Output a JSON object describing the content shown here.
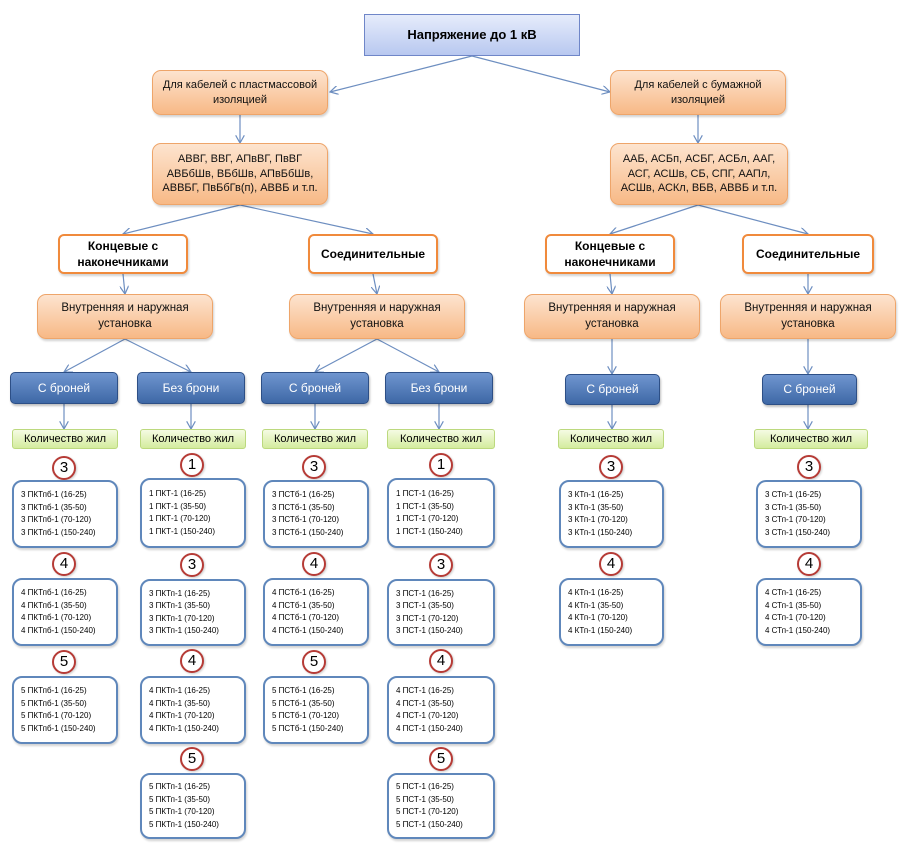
{
  "colors": {
    "connector": "#6d8ec0",
    "root_fill": "#c6d3f5",
    "orange_fill": "#fbcca6",
    "term_border": "#f08a3c",
    "armor_fill": "#4f77b8",
    "green_fill": "#e3f3c0",
    "circle_border": "#b63b36",
    "list_border": "#5f87bb"
  },
  "root": {
    "label": "Напряжение до 1 кВ"
  },
  "categories": {
    "plastic": "Для кабелей с пластмассовой изоляцией",
    "paper": "Для кабелей с бумажной изоляцией"
  },
  "cable_types": {
    "plastic": "АВВГ, ВВГ, АПвВГ, ПвВГ АВБбШв, ВБбШв, АПвБбШв, АВВБГ, ПвБбГв(п), АВВБ и т.п.",
    "paper": "ААБ, АСБп, АСБГ, АСБл, ААГ, АСГ, АСШв, СБ, СПГ, ААПл, АСШв, АСКл, ВБВ, АВВБ и т.п."
  },
  "labels": {
    "terminal": "Концевые с наконечниками",
    "coupling": "Соединительные",
    "installation": "Внутренняя и наружная установка",
    "armored": "С броней",
    "unarmored": "Без брони",
    "cores": "Количество жил"
  },
  "lists": {
    "p_arm_3": [
      "3 ПКТпб-1 (16-25)",
      "3 ПКТпб-1 (35-50)",
      "3 ПКТпб-1 (70-120)",
      "3 ПКТпб-1 (150-240)"
    ],
    "p_arm_4": [
      "4 ПКТпб-1 (16-25)",
      "4 ПКТпб-1 (35-50)",
      "4 ПКТпб-1 (70-120)",
      "4 ПКТпб-1 (150-240)"
    ],
    "p_arm_5": [
      "5 ПКТпб-1 (16-25)",
      "5 ПКТпб-1 (35-50)",
      "5 ПКТпб-1 (70-120)",
      "5 ПКТпб-1 (150-240)"
    ],
    "p_un_1": [
      "1 ПКТ-1 (16-25)",
      "1 ПКТ-1 (35-50)",
      "1 ПКТ-1 (70-120)",
      "1 ПКТ-1 (150-240)"
    ],
    "p_un_3": [
      "3 ПКТп-1 (16-25)",
      "3 ПКТп-1 (35-50)",
      "3 ПКТп-1 (70-120)",
      "3 ПКТп-1 (150-240)"
    ],
    "p_un_4": [
      "4 ПКТп-1 (16-25)",
      "4 ПКТп-1 (35-50)",
      "4 ПКТп-1 (70-120)",
      "4 ПКТп-1 (150-240)"
    ],
    "p_un_5": [
      "5 ПКТп-1 (16-25)",
      "5 ПКТп-1 (35-50)",
      "5 ПКТп-1 (70-120)",
      "5 ПКТп-1 (150-240)"
    ],
    "c_arm_3": [
      "3 ПСТб-1 (16-25)",
      "3 ПСТб-1 (35-50)",
      "3 ПСТб-1 (70-120)",
      "3 ПСТб-1 (150-240)"
    ],
    "c_arm_4": [
      "4 ПСТб-1 (16-25)",
      "4 ПСТб-1 (35-50)",
      "4 ПСТб-1 (70-120)",
      "4 ПСТб-1 (150-240)"
    ],
    "c_arm_5": [
      "5 ПСТб-1 (16-25)",
      "5 ПСТб-1 (35-50)",
      "5 ПСТб-1 (70-120)",
      "5 ПСТб-1 (150-240)"
    ],
    "c_un_1": [
      "1 ПСТ-1 (16-25)",
      "1 ПСТ-1 (35-50)",
      "1 ПСТ-1 (70-120)",
      "1 ПСТ-1 (150-240)"
    ],
    "c_un_3": [
      "3 ПСТ-1 (16-25)",
      "3 ПСТ-1 (35-50)",
      "3 ПСТ-1 (70-120)",
      "3 ПСТ-1 (150-240)"
    ],
    "c_un_4": [
      "4 ПСТ-1 (16-25)",
      "4 ПСТ-1 (35-50)",
      "4 ПСТ-1 (70-120)",
      "4 ПСТ-1 (150-240)"
    ],
    "c_un_5": [
      "5 ПСТ-1 (16-25)",
      "5 ПСТ-1 (35-50)",
      "5 ПСТ-1 (70-120)",
      "5 ПСТ-1 (150-240)"
    ],
    "k_3": [
      "3 КТп-1 (16-25)",
      "3 КТп-1 (35-50)",
      "3 КТп-1 (70-120)",
      "3 КТп-1 (150-240)"
    ],
    "k_4": [
      "4 КТп-1 (16-25)",
      "4 КТп-1 (35-50)",
      "4 КТп-1 (70-120)",
      "4 КТп-1 (150-240)"
    ],
    "s_3": [
      "3 СТп-1 (16-25)",
      "3 СТп-1 (35-50)",
      "3 СТп-1 (70-120)",
      "3 СТп-1 (150-240)"
    ],
    "s_4": [
      "4 СТп-1 (16-25)",
      "4 СТп-1 (35-50)",
      "4 СТп-1 (70-120)",
      "4 СТп-1 (150-240)"
    ]
  }
}
